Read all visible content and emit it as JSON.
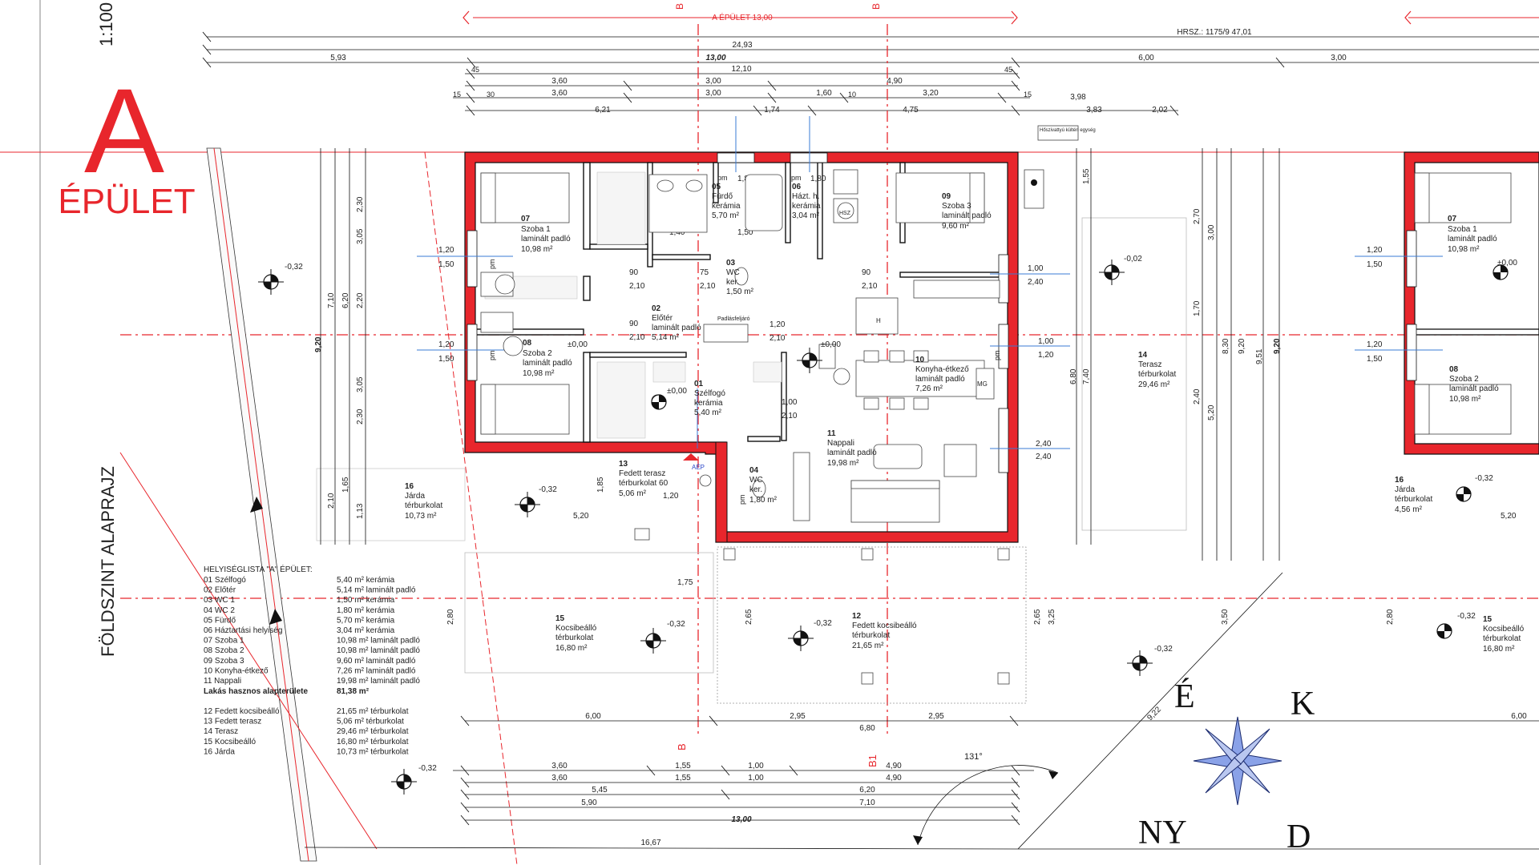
{
  "title": {
    "letter": "A",
    "word": "ÉPÜLET",
    "scale": "1:100",
    "side": "FÖLDSZINT ALAPRAJZ"
  },
  "top": {
    "building": "A ÉPÜLET  13,00",
    "section_b": "B",
    "hrsz": "HRSZ.: 1175/9  47,01",
    "d1": "24,93",
    "d2": "5,93",
    "d3": "13,00",
    "d4": "6,00",
    "d5": "3,00",
    "d6": "12,10",
    "r3": [
      "3,60",
      "3,00",
      "4,90"
    ],
    "r4": [
      "3,60",
      "3,00",
      "1,60",
      "3,20"
    ],
    "r5": [
      "6,21",
      "1,74",
      "4,75",
      "3,98"
    ],
    "r6": [
      "3,83",
      "2,02"
    ],
    "small": [
      "45",
      "30",
      "15",
      "10"
    ]
  },
  "bottom": {
    "section": "B",
    "section_b1": "B1",
    "d_total": "13,00",
    "d_1667": "16,67",
    "row1": [
      "6,00",
      "2,95",
      "2,95",
      "6,80"
    ],
    "row2": [
      "3,60",
      "1,55",
      "1,00",
      "4,90"
    ],
    "row3": [
      "3,60",
      "1,55",
      "1,00",
      "4,90"
    ],
    "row4": [
      "5,45",
      "6,20"
    ],
    "row5": [
      "5,90",
      "7,10"
    ],
    "angle": "131°",
    "d_922": "9,22"
  },
  "rooms": [
    {
      "n": "01",
      "name": "Szélfogó",
      "mat": "kerámia",
      "area": "5,40 m²"
    },
    {
      "n": "02",
      "name": "Előtér",
      "mat": "laminált padló",
      "area": "5,14 m²"
    },
    {
      "n": "03",
      "name": "WC",
      "mat": "ker.",
      "area": "1,50 m²"
    },
    {
      "n": "04",
      "name": "WC",
      "mat": "ker.",
      "area": "1,80 m²"
    },
    {
      "n": "05",
      "name": "Fürdő",
      "mat": "kerámia",
      "area": "5,70 m²"
    },
    {
      "n": "06",
      "name": "Házt. h.",
      "mat": "kerámia",
      "area": "3,04 m²"
    },
    {
      "n": "07",
      "name": "Szoba 1",
      "mat": "laminált padló",
      "area": "10,98 m²"
    },
    {
      "n": "08",
      "name": "Szoba 2",
      "mat": "laminált padló",
      "area": "10,98 m²"
    },
    {
      "n": "09",
      "name": "Szoba 3",
      "mat": "laminált padló",
      "area": "9,60 m²"
    },
    {
      "n": "10",
      "name": "Konyha-étkező",
      "mat": "laminált padló",
      "area": "7,26 m²"
    },
    {
      "n": "11",
      "name": "Nappali",
      "mat": "laminált padló",
      "area": "19,98 m²"
    },
    {
      "n": "12",
      "name": "Fedett kocsibeálló",
      "mat": "térburkolat",
      "area": "21,65 m²"
    },
    {
      "n": "13",
      "name": "Fedett terasz",
      "mat": "térburkolat 60",
      "area": "5,06 m²"
    },
    {
      "n": "14",
      "name": "Terasz",
      "mat": "térburkolat",
      "area": "29,46 m²"
    },
    {
      "n": "15",
      "name": "Kocsibeálló",
      "mat": "térburkolat",
      "area": "16,80 m²"
    },
    {
      "n": "16",
      "name": "Járda",
      "mat": "térburkolat",
      "area": "10,73 m²"
    }
  ],
  "right_rooms": [
    {
      "n": "07",
      "name": "Szoba 1",
      "mat": "laminált padló",
      "area": "10,98 m²"
    },
    {
      "n": "08",
      "name": "Szoba 2",
      "mat": "laminált padló",
      "area": "10,98 m²"
    },
    {
      "n": "16",
      "name": "Járda",
      "mat": "térburkolat",
      "area": "4,56 m²"
    },
    {
      "n": "15",
      "name": "Kocsibeálló",
      "mat": "térburkolat",
      "area": "16,80 m²"
    }
  ],
  "list": {
    "header": "HELYISÉGLISTA \"A\" ÉPÜLET:",
    "items": [
      [
        "01 Szélfogó",
        "5,40 m² kerámia"
      ],
      [
        "02 Előtér",
        "5,14 m² laminált padló"
      ],
      [
        "03 WC 1",
        "1,50 m² kerámia"
      ],
      [
        "04 WC 2",
        "1,80 m² kerámia"
      ],
      [
        "05 Fürdő",
        "5,70 m² kerámia"
      ],
      [
        "06 Háztartási helyiség",
        "3,04 m² kerámia"
      ],
      [
        "07 Szoba 1",
        "10,98 m² laminált padló"
      ],
      [
        "08 Szoba 2",
        "10,98 m² laminált padló"
      ],
      [
        "09 Szoba 3",
        "9,60 m² laminált padló"
      ],
      [
        "10 Konyha-étkező",
        "7,26 m² laminált padló"
      ],
      [
        "11 Nappali",
        "19,98 m² laminált padló"
      ]
    ],
    "total_label": "Lakás hasznos alapterülete",
    "total_value": "81,38 m²",
    "extra": [
      [
        "12 Fedett kocsibeálló",
        "21,65 m² térburkolat"
      ],
      [
        "13 Fedett terasz",
        "5,06 m² térburkolat"
      ],
      [
        "14 Terasz",
        "29,46 m² térburkolat"
      ],
      [
        "15 Kocsibeálló",
        "16,80 m² térburkolat"
      ],
      [
        "16 Járda",
        "10,73 m² térburkolat"
      ]
    ]
  },
  "levels": {
    "zero": "±0,00",
    "neg": "-0,32",
    "neg2": "-0,02"
  },
  "compass": {
    "n": "É",
    "e": "K",
    "w": "NY",
    "s": "D"
  },
  "labels": {
    "entrance": "AÉP",
    "pm": "pm",
    "padlas": "Padlásfeljáró",
    "hoszivattyu": "Hőszivattyú kültéri egység",
    "wm": "MG",
    "hsz": "HSZ",
    "h": "H"
  },
  "openings": {
    "w1": [
      "1,20",
      "1,50"
    ],
    "w2": [
      "1,20",
      "1,50"
    ],
    "w3": [
      "1,00",
      "2,40"
    ],
    "w4": [
      "1,00",
      "1,20"
    ],
    "w5": [
      "2,40",
      "2,40"
    ],
    "top_w1": "1,80",
    "top_w2": "1,80",
    "d90": "90",
    "d210": "2,10",
    "d75": "75",
    "d100": "1,00",
    "d120": "1,20",
    "d140": "1,40",
    "d150": "1,50"
  },
  "left_dims": [
    "9,20",
    "7,10",
    "6,20",
    "2,20",
    "3,05",
    "2,30",
    "1,65",
    "1,13",
    "2,10",
    "1,85"
  ],
  "right_dims": [
    "9,20",
    "9,51",
    "8,30",
    "7,40",
    "6,80",
    "5,20",
    "3,00",
    "2,70",
    "2,40",
    "1,70",
    "1,55"
  ],
  "misc": {
    "d520": "5,20",
    "d175": "1,75",
    "d280": "2,80",
    "d265": "2,65",
    "d325": "3,25",
    "d350": "3,50"
  }
}
